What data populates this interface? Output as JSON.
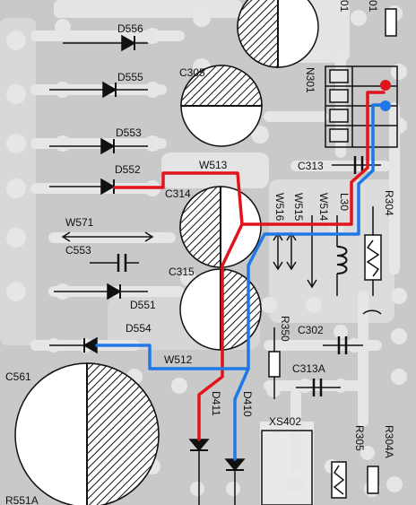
{
  "colors": {
    "board": "#c9c9c9",
    "pad": "#e8e8e8",
    "copper": "#b2b2b2",
    "trace_red": "#e0141b",
    "trace_blue": "#1e78e6",
    "ink": "#111111"
  },
  "labels": {
    "d556": "D556",
    "d555": "D555",
    "d553": "D553",
    "d552": "D552",
    "d551": "D551",
    "d554": "D554",
    "d411": "D411",
    "d410": "D410",
    "c305": "C305",
    "c314": "C314",
    "c315": "C315",
    "c553": "C553",
    "c561": "C561",
    "c313": "C313",
    "c302": "C302",
    "c313a": "C313A",
    "w513": "W513",
    "w571": "W571",
    "w512": "W512",
    "w516": "W516",
    "w515": "W515",
    "w514": "W514",
    "l30": "L30",
    "r304": "R304",
    "r350": "R350",
    "r305": "R305",
    "r304a": "R304A",
    "r551a": "R551A",
    "n301": "N301",
    "xs402": "XS402",
    "r01a": "01",
    "r01b": "01"
  }
}
